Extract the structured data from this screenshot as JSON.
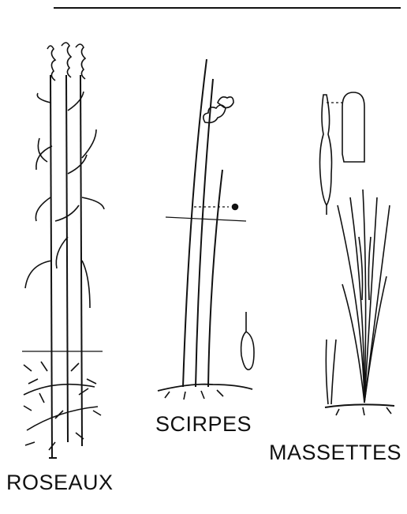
{
  "labels": {
    "roseaux": "ROSEAUX",
    "scirpes": "SCIRPES",
    "massettes": "MASSETTES"
  },
  "colors": {
    "ink": "#111111",
    "background": "#ffffff"
  }
}
